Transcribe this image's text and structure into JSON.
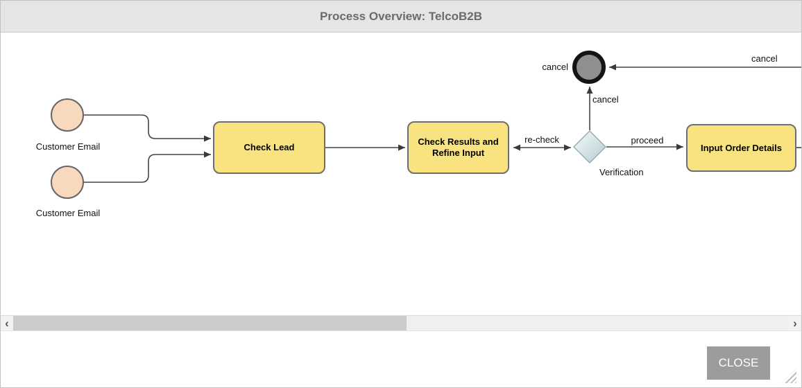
{
  "window": {
    "title": "Process Overview: TelcoB2B"
  },
  "diagram": {
    "start_events": [
      {
        "label": "Customer Email"
      },
      {
        "label": "Customer Email"
      }
    ],
    "tasks": [
      {
        "label": "Check Lead"
      },
      {
        "label": "Check Results and Refine Input"
      },
      {
        "label": "Input Order Details"
      }
    ],
    "gateway": {
      "label": "Verification"
    },
    "end_event": {
      "label": "cancel"
    },
    "flow_labels": {
      "recheck": "re-check",
      "proceed": "proceed",
      "cancel_from_gateway": "cancel",
      "cancel_from_right": "cancel"
    }
  },
  "scrollbar": {
    "left_arrow": "‹",
    "right_arrow": "›"
  },
  "footer": {
    "close_label": "CLOSE"
  },
  "colors": {
    "titlebar_bg": "#E5E5E5",
    "title_text": "#6B6B6B",
    "task_fill": "#F9E381",
    "task_border": "#6E6E6E",
    "start_event_fill": "#F9D9BE",
    "end_event_fill": "#8F8F8F",
    "end_event_ring": "#141414",
    "gateway_fill_top": "#F6FAFA",
    "gateway_fill_bottom": "#B4CCD1",
    "connector_line": "#444444",
    "scroll_thumb": "#CBCBCB",
    "close_button_bg": "#9C9C9C"
  }
}
